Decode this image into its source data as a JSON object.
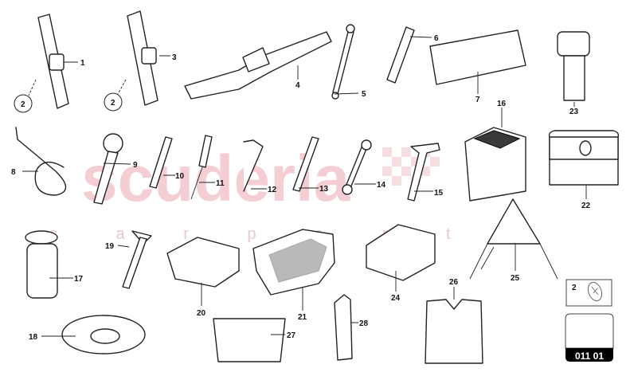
{
  "watermark": {
    "brand": "scuderia",
    "sub": "c a r p a r t s",
    "color": "#f3c6cb"
  },
  "callouts": [
    "1",
    "2",
    "2",
    "3",
    "4",
    "5",
    "6",
    "7",
    "23",
    "8",
    "9",
    "10",
    "11",
    "12",
    "13",
    "14",
    "15",
    "16",
    "22",
    "19",
    "17",
    "20",
    "21",
    "24",
    "25",
    "26",
    "18",
    "27",
    "28"
  ],
  "legend": {
    "ref_number": "2",
    "emblem": "lamborghini-emblem-icon"
  },
  "diagram_code": "011 01"
}
